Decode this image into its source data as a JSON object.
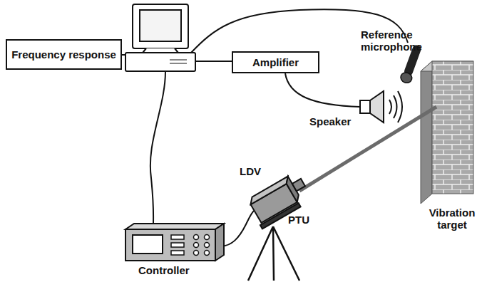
{
  "diagram": {
    "nodes": [
      {
        "text": [
          "Frequency response"
        ]
      },
      {
        "text": [
          "Amplifier"
        ]
      }
    ],
    "labels": [
      "Reference microphone",
      "Speaker",
      "Vibration target",
      "LDV",
      "PTU",
      "Controller"
    ]
  }
}
